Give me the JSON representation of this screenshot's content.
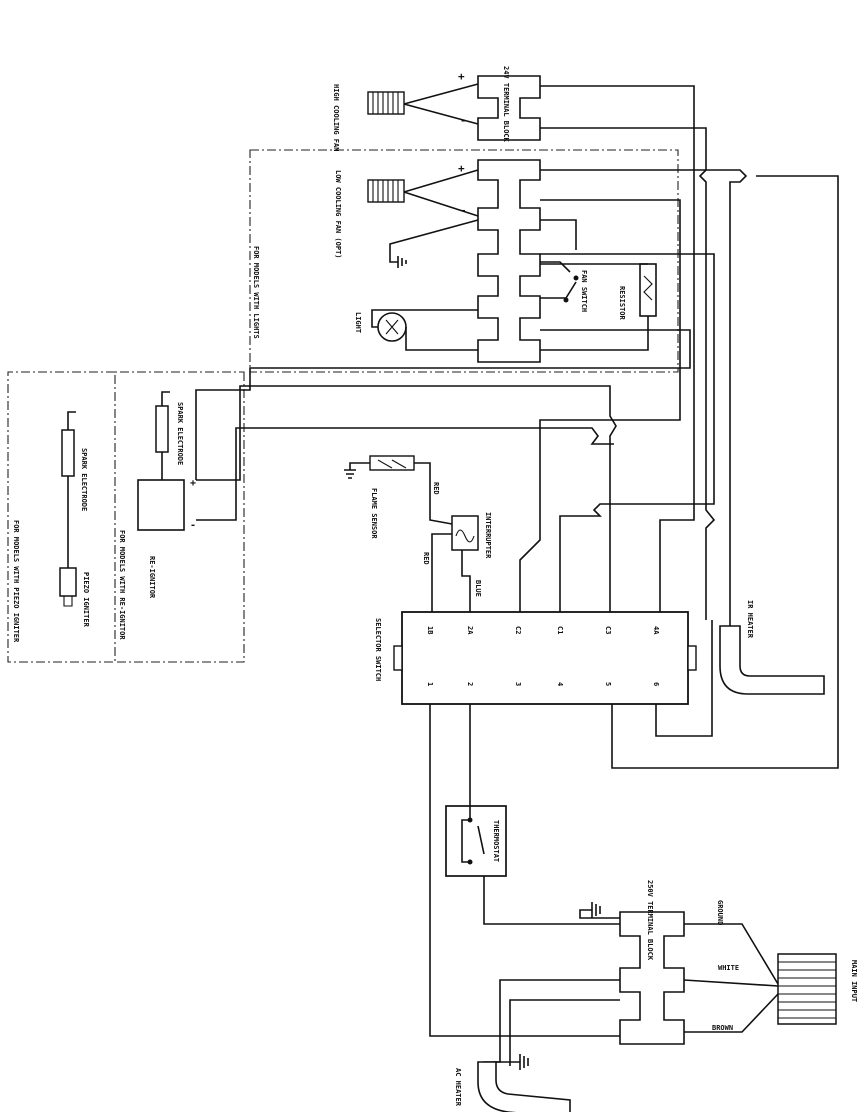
{
  "labels": {
    "terminal_24v": "24V TERMINAL BLOCK",
    "high_cooling_fan": "HIGH COOLING FAN",
    "low_cooling_fan": "LOW COOLING FAN (OPT)",
    "fan_switch": "FAN SWITCH",
    "resistor": "RESISTOR",
    "light": "LIGHT",
    "models_lights": "FOR MODELS WITH LIGHTS",
    "models_piezo": "FOR MODELS WITH PIEZO IGNITER",
    "models_reignitor": "FOR MODELS WITH RE-IGNITOR",
    "spark_electrode_1": "SPARK ELECTRODE",
    "spark_electrode_2": "SPARK ELECTRODE",
    "piezo_igniter": "PIEZO IGNITER",
    "re_ignitor": "RE-IGNITOR",
    "flame_sensor": "FLAME SENSOR",
    "interrupter": "INTERRUPTER",
    "selector_switch": "SELECTOR SWITCH",
    "ir_heater": "IR HEATER",
    "thermostat": "THERMOSTAT",
    "terminal_250v": "250V TERMINAL BLOCK",
    "main_input": "MAIN INPUT",
    "ac_heater": "AC HEATER",
    "wire_red": "RED",
    "wire_blue": "BLUE",
    "wire_white": "WHITE",
    "wire_brown": "BROWN",
    "ground": "GROUND",
    "plus": "+",
    "minus": "-",
    "sw_pins_top": [
      "1B",
      "2A",
      "C2",
      "C1",
      "C3",
      "4A"
    ],
    "sw_pins_bottom": [
      "1",
      "2",
      "3",
      "4",
      "5",
      "6"
    ]
  }
}
